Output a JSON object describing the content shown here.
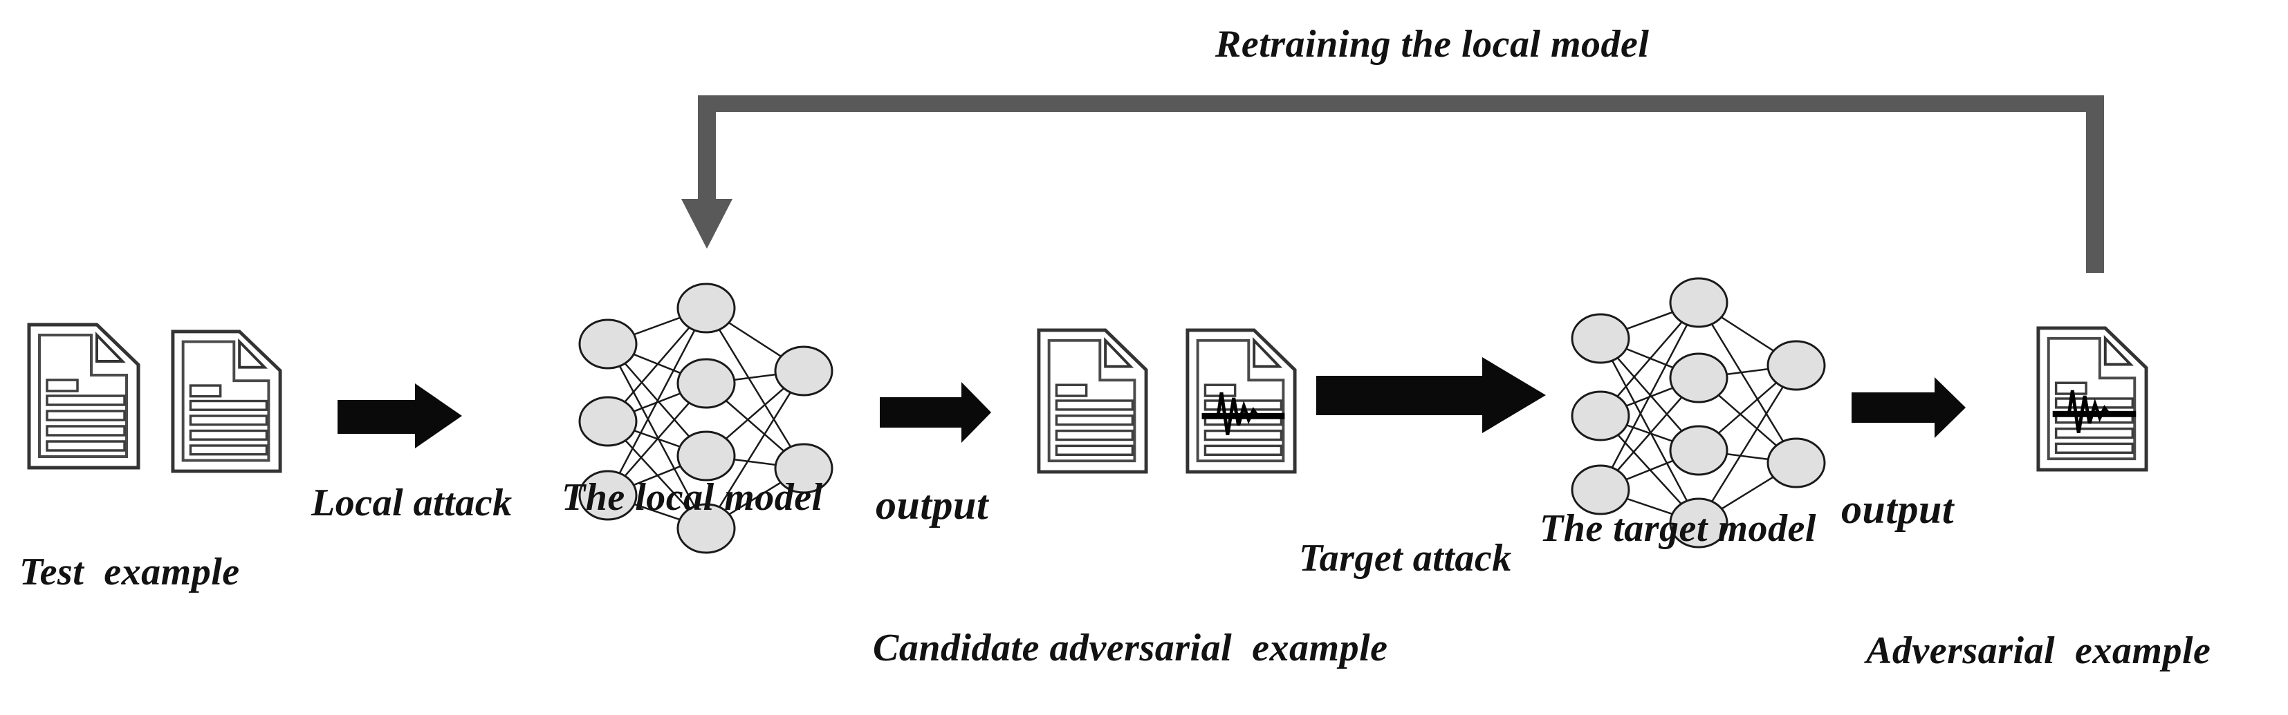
{
  "colors": {
    "background": "#ffffff",
    "loop_arrow": "#595959",
    "flow_arrow": "#0a0a0a",
    "node_fill": "#e0e0e0",
    "node_stroke": "#1a1a1a",
    "doc_stroke": "#333333",
    "text": "#121212"
  },
  "loop": {
    "label": "Retraining the local model"
  },
  "stages": {
    "test_example": {
      "caption": "Test  example",
      "icon": "document-pair"
    },
    "local_attack": {
      "label": "Local attack",
      "icon": "arrow-right"
    },
    "local_model": {
      "caption": "The local model",
      "icon": "neural-network",
      "layers": [
        3,
        4,
        2
      ]
    },
    "local_output": {
      "label": "output",
      "icon": "arrow-right"
    },
    "candidate_example": {
      "caption": "Candidate adversarial  example",
      "icon": "document-pair-perturbed"
    },
    "target_attack": {
      "label": "Target attack",
      "icon": "arrow-right"
    },
    "target_model": {
      "caption": "The target model",
      "icon": "neural-network",
      "layers": [
        3,
        4,
        2
      ]
    },
    "target_output": {
      "label": "output",
      "icon": "arrow-right"
    },
    "adversarial_example": {
      "caption": "Adversarial  example",
      "icon": "document-perturbed"
    }
  }
}
